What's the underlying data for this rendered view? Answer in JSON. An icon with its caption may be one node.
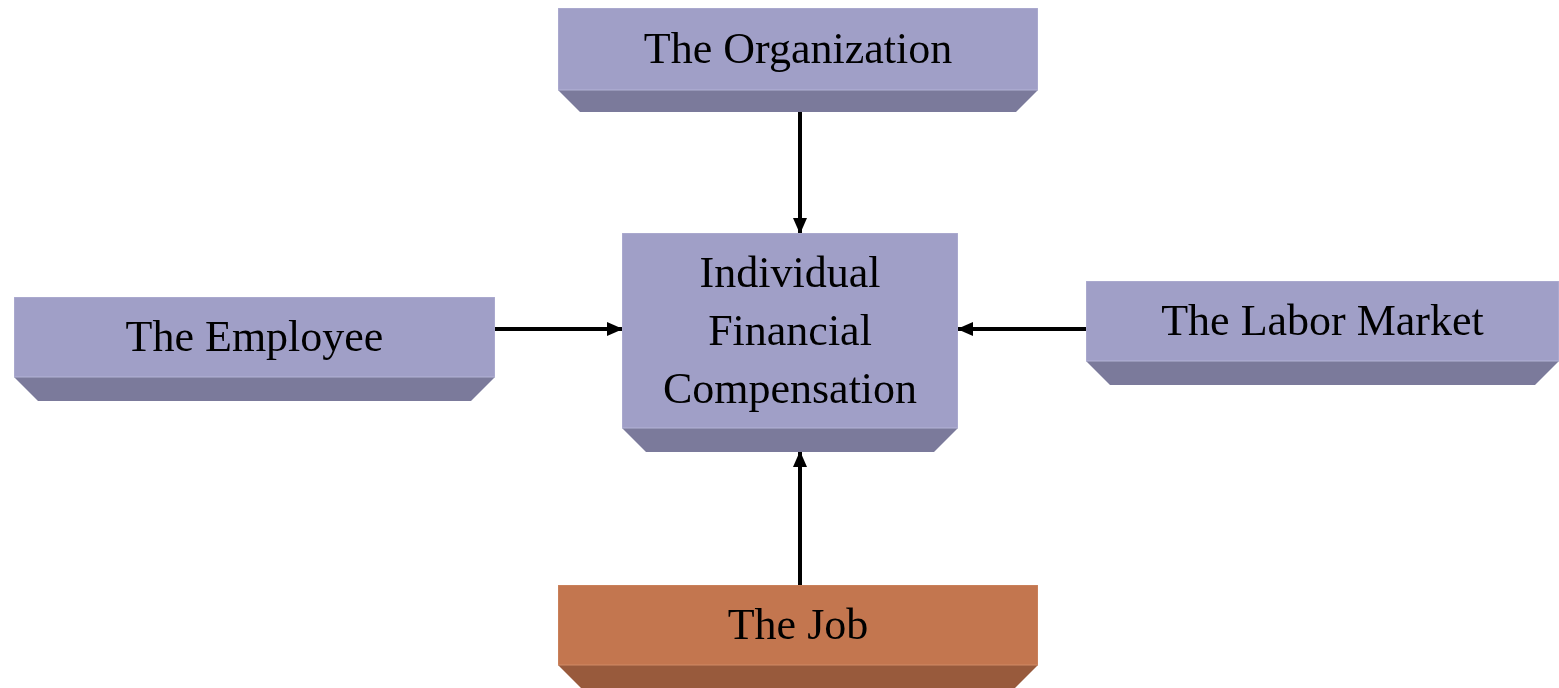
{
  "diagram": {
    "nodes": [
      {
        "text": [
          "The Organization"
        ]
      },
      {
        "text": [
          "Individual Financial Compensation"
        ]
      },
      {
        "text": [
          "The Employee"
        ]
      },
      {
        "text": [
          "The Labor Market"
        ]
      },
      {
        "text": [
          "The Job"
        ]
      }
    ],
    "edges": [
      {
        "from": 0,
        "to": 1,
        "arrow": "to"
      },
      {
        "from": 2,
        "to": 1,
        "arrow": "to"
      },
      {
        "from": 3,
        "to": 1,
        "arrow": "to"
      },
      {
        "from": 4,
        "to": 1,
        "arrow": "to"
      }
    ]
  }
}
